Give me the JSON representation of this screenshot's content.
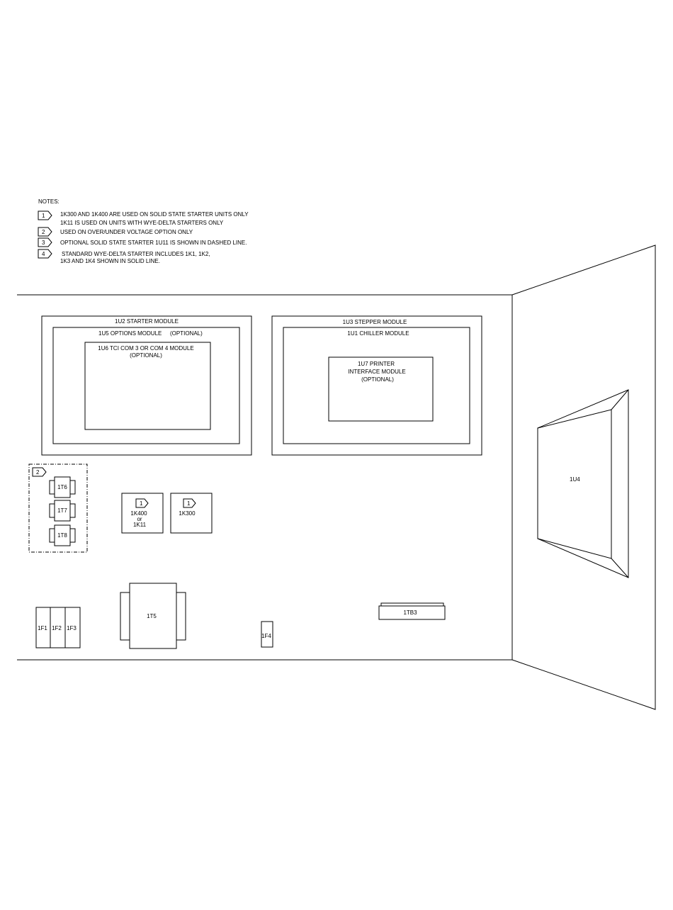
{
  "notes": {
    "heading": "NOTES:",
    "items": [
      {
        "num": "1",
        "lines": [
          "1K300 AND 1K400 ARE USED ON SOLID STATE STARTER UNITS ONLY",
          "1K11 IS USED ON UNITS WITH WYE-DELTA STARTERS ONLY"
        ]
      },
      {
        "num": "2",
        "lines": [
          "USED ON OVER/UNDER VOLTAGE OPTION ONLY"
        ]
      },
      {
        "num": "3",
        "lines": [
          "OPTIONAL SOLID STATE STARTER 1U11 IS SHOWN IN DASHED LINE."
        ]
      },
      {
        "num": "4",
        "lines": [
          "STANDARD WYE-DELTA STARTER INCLUDES 1K1, 1K2,",
          "1K3 AND 1K4 SHOWN IN SOLID LINE."
        ]
      }
    ]
  },
  "modules": {
    "u2": "1U2 STARTER MODULE",
    "u5": "1U5 OPTIONS MODULE",
    "u5_opt": "(OPTIONAL)",
    "u6": "1U6 TCI COM 3 OR COM 4 MODULE",
    "u6_opt": "(OPTIONAL)",
    "u3": "1U3 STEPPER MODULE",
    "u1": "1U1 CHILLER MODULE",
    "u7_l1": "1U7 PRINTER",
    "u7_l2": "INTERFACE MODULE",
    "u7_l3": "(OPTIONAL)"
  },
  "components": {
    "group2_flag": "2",
    "t6": "1T6",
    "t7": "1T7",
    "t8": "1T8",
    "k400_flag": "1",
    "k400_l1": "1K400",
    "k400_l2": "or",
    "k400_l3": "1K11",
    "k300_flag": "1",
    "k300": "1K300",
    "f1": "1F1",
    "f2": "1F2",
    "f3": "1F3",
    "t5": "1T5",
    "f4": "1F4",
    "tb3": "1TB3",
    "u4": "1U4"
  }
}
